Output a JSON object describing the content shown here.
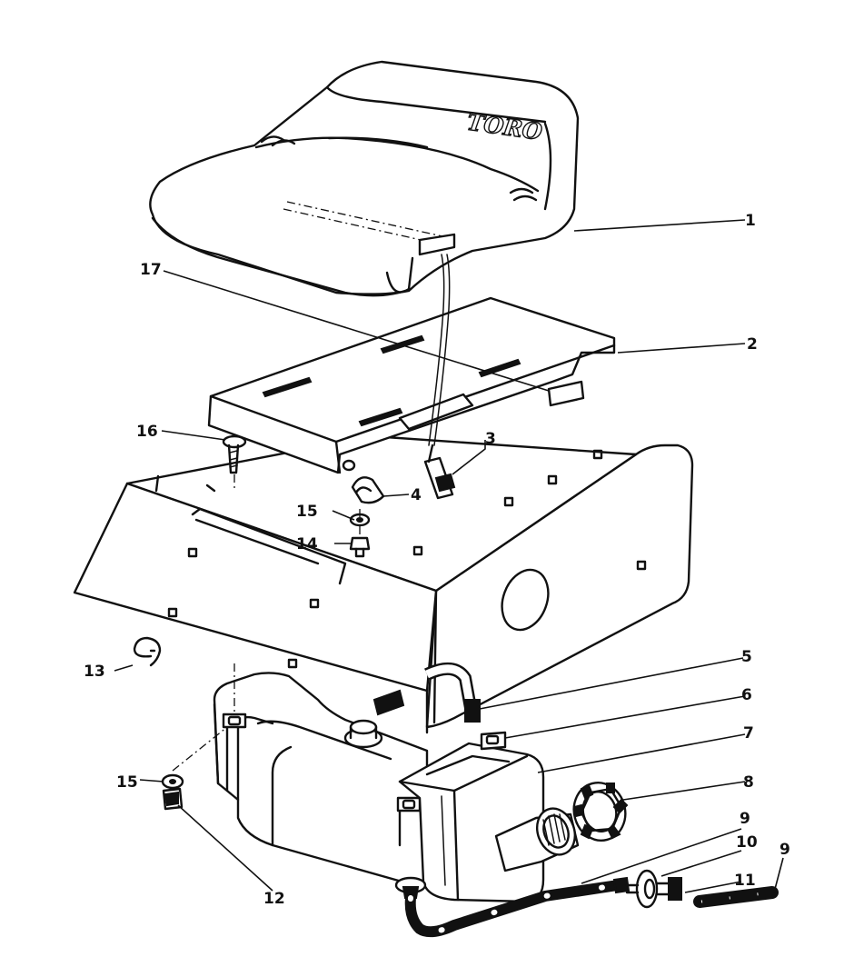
{
  "brand": {
    "logo_text": "TORO"
  },
  "callouts": [
    {
      "id": "1",
      "label": "1"
    },
    {
      "id": "2",
      "label": "2"
    },
    {
      "id": "3",
      "label": "3"
    },
    {
      "id": "4",
      "label": "4"
    },
    {
      "id": "5",
      "label": "5"
    },
    {
      "id": "6",
      "label": "6"
    },
    {
      "id": "7",
      "label": "7"
    },
    {
      "id": "8",
      "label": "8"
    },
    {
      "id": "9a",
      "label": "9"
    },
    {
      "id": "9b",
      "label": "9"
    },
    {
      "id": "10",
      "label": "10"
    },
    {
      "id": "11",
      "label": "11"
    },
    {
      "id": "12",
      "label": "12"
    },
    {
      "id": "13",
      "label": "13"
    },
    {
      "id": "14",
      "label": "14"
    },
    {
      "id": "15a",
      "label": "15"
    },
    {
      "id": "15b",
      "label": "15"
    },
    {
      "id": "16",
      "label": "16"
    },
    {
      "id": "17",
      "label": "17"
    }
  ]
}
